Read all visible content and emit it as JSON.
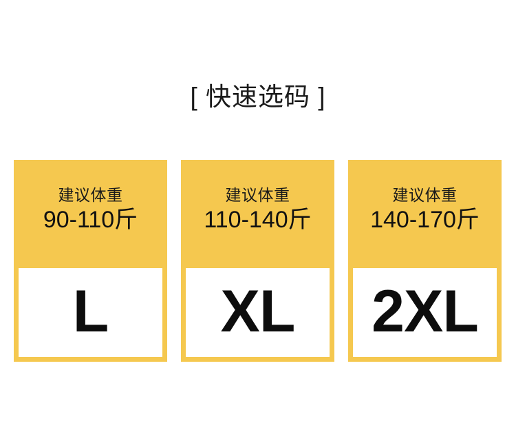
{
  "page": {
    "background_color": "#ffffff",
    "accent_color": "#f5c84f",
    "text_color": "#1a1a1a"
  },
  "header": {
    "title": "[ 快速选码 ]"
  },
  "size_cards": [
    {
      "weight_label": "建议体重",
      "weight_range": "90-110斤",
      "size": "L"
    },
    {
      "weight_label": "建议体重",
      "weight_range": "110-140斤",
      "size": "XL"
    },
    {
      "weight_label": "建议体重",
      "weight_range": "140-170斤",
      "size": "2XL"
    }
  ]
}
